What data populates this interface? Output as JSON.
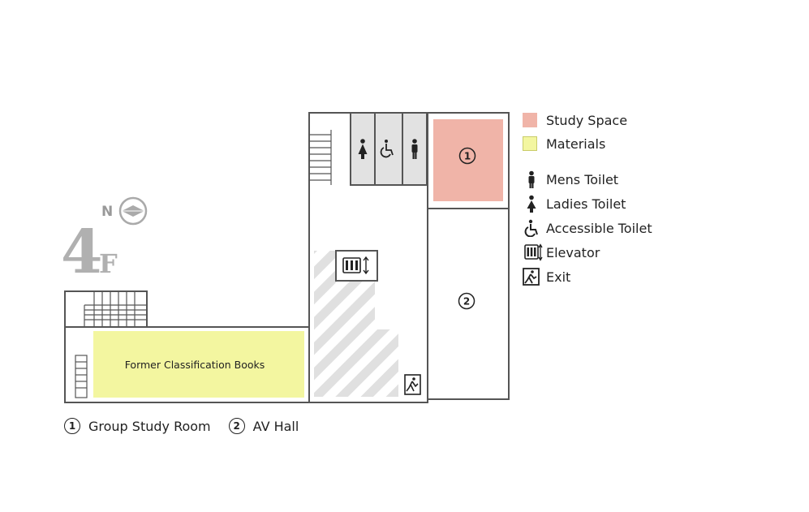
{
  "floor": {
    "number": "4",
    "unit": "F",
    "compass_label": "N"
  },
  "rooms": {
    "materials_area": "Former Classification Books",
    "room1_marker": "1",
    "room2_marker": "2"
  },
  "legend": {
    "study_space": {
      "label": "Study Space",
      "color": "#f0b4a8"
    },
    "materials": {
      "label": "Materials",
      "color": "#f3f6a0"
    },
    "mens_toilet": {
      "label": "Mens Toilet",
      "icon": "mens-toilet-icon"
    },
    "ladies_toilet": {
      "label": "Ladies Toilet",
      "icon": "ladies-toilet-icon"
    },
    "accessible_toilet": {
      "label": "Accessible Toilet",
      "icon": "accessible-toilet-icon"
    },
    "elevator": {
      "label": "Elevator",
      "icon": "elevator-icon"
    },
    "exit": {
      "label": "Exit",
      "icon": "exit-icon"
    }
  },
  "key": [
    {
      "number": "1",
      "label": "Group Study Room"
    },
    {
      "number": "2",
      "label": "AV Hall"
    }
  ],
  "colors": {
    "wall": "#555555",
    "toilet_fill": "#e2e2e2",
    "hatch": "#e0e0e0",
    "floor_label": "#b0b0b0"
  }
}
